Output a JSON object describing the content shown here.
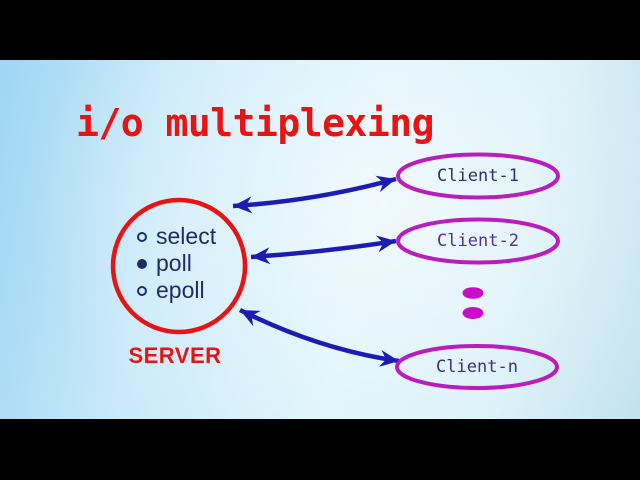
{
  "title": "i/o multiplexing",
  "server": {
    "label": "SERVER",
    "methods": [
      {
        "label": "select",
        "bullet": "hollow"
      },
      {
        "label": "poll",
        "bullet": "filled"
      },
      {
        "label": "epoll",
        "bullet": "hollow"
      }
    ]
  },
  "clients": [
    {
      "label": "Client-1"
    },
    {
      "label": "Client-2"
    },
    {
      "label": "Client-n"
    }
  ],
  "ellipsis_dots": 2,
  "connections": "bidirectional arrows between server and each client",
  "colors": {
    "letterbox": "#000000",
    "background_left": "#9fd6f4",
    "background_center": "#e3f7fd",
    "title_red": "#e81313",
    "server_circle_red": "#e81313",
    "server_label_red": "#e81313",
    "method_text_navy": "#1f2d66",
    "arrow_blue": "#1c1cb4",
    "client_ellipse_magenta": "#bb1cbe",
    "ellipsis_dots_magenta": "#cc0acc",
    "client1_text": "#2a3273",
    "client2_text": "#52309b",
    "clientn_text": "#3b2f85"
  }
}
